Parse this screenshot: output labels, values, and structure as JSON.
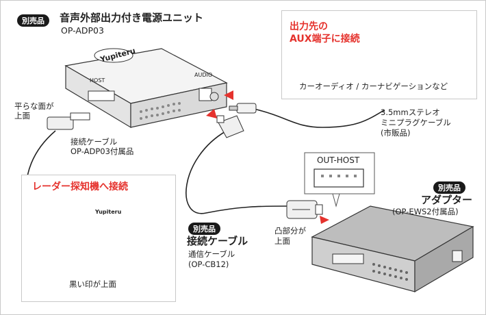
{
  "unit": {
    "badge": "別売品",
    "title": "音声外部出力付き電源ユニット",
    "model": "OP-ADP03",
    "brand_logo": "Yupiteru",
    "port_host": "HOST",
    "port_audio": "AUDIO"
  },
  "aux_box": {
    "title_line1": "出力先の",
    "title_line2": "AUX端子に接続",
    "caption": "カーオーディオ / カーナビゲーションなど"
  },
  "flat_side": {
    "line1": "平らな面が",
    "line2": "上面"
  },
  "cable_label": {
    "line1": "接続ケーブル",
    "line2": "OP-ADP03付属品"
  },
  "stereo_cable": {
    "line1": "3.5mmステレオ",
    "line2": "ミニプラグケーブル",
    "line3": "(市販品)"
  },
  "radar_box": {
    "title": "レーダー探知機へ接続",
    "brand": "Yupiteru",
    "mark_note": "黒い印が上面"
  },
  "out_host": {
    "label": "OUT-HOST"
  },
  "adapter": {
    "badge": "別売品",
    "title": "アダプター",
    "note": "(OP-EWS2付属品)"
  },
  "comm_cable": {
    "badge": "別売品",
    "title": "接続ケーブル",
    "line1": "通信ケーブル",
    "line2": "(OP-CB12)"
  },
  "convex": {
    "line1": "凸部分が",
    "line2": "上面"
  },
  "colors": {
    "accent_red": "#e5322d",
    "badge_black": "#1a1a1a",
    "frame_gray": "#c8c8c8"
  }
}
